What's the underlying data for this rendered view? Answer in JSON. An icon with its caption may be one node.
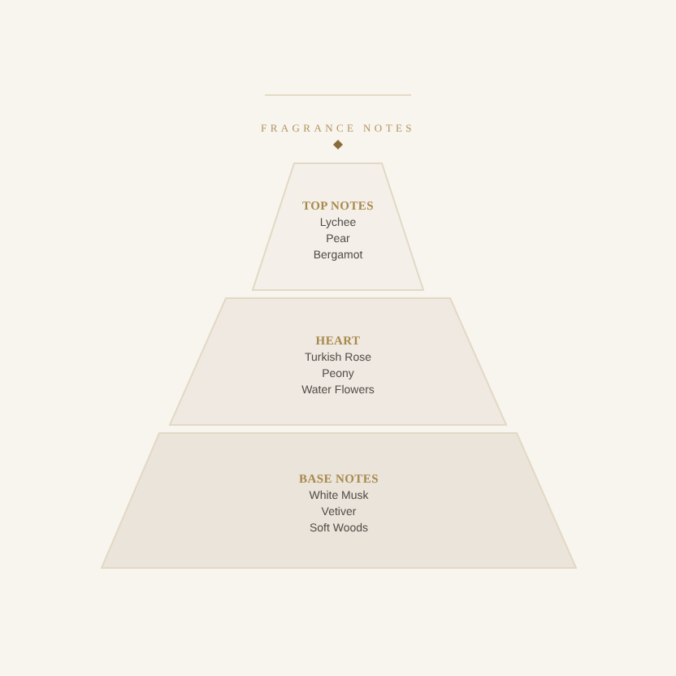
{
  "diagram": {
    "nodes": [
      {
        "text": [
          "TOP NOTES",
          "Lychee",
          "Pear",
          "Bergamot"
        ]
      },
      {
        "text": [
          "HEART",
          "Turkish Rose",
          "Peony",
          "Water Flowers"
        ]
      },
      {
        "text": [
          "BASE NOTES",
          "White Musk",
          "Vetiver",
          "Soft Woods"
        ]
      }
    ],
    "labels": [
      "FRAGRANCE NOTES"
    ]
  }
}
